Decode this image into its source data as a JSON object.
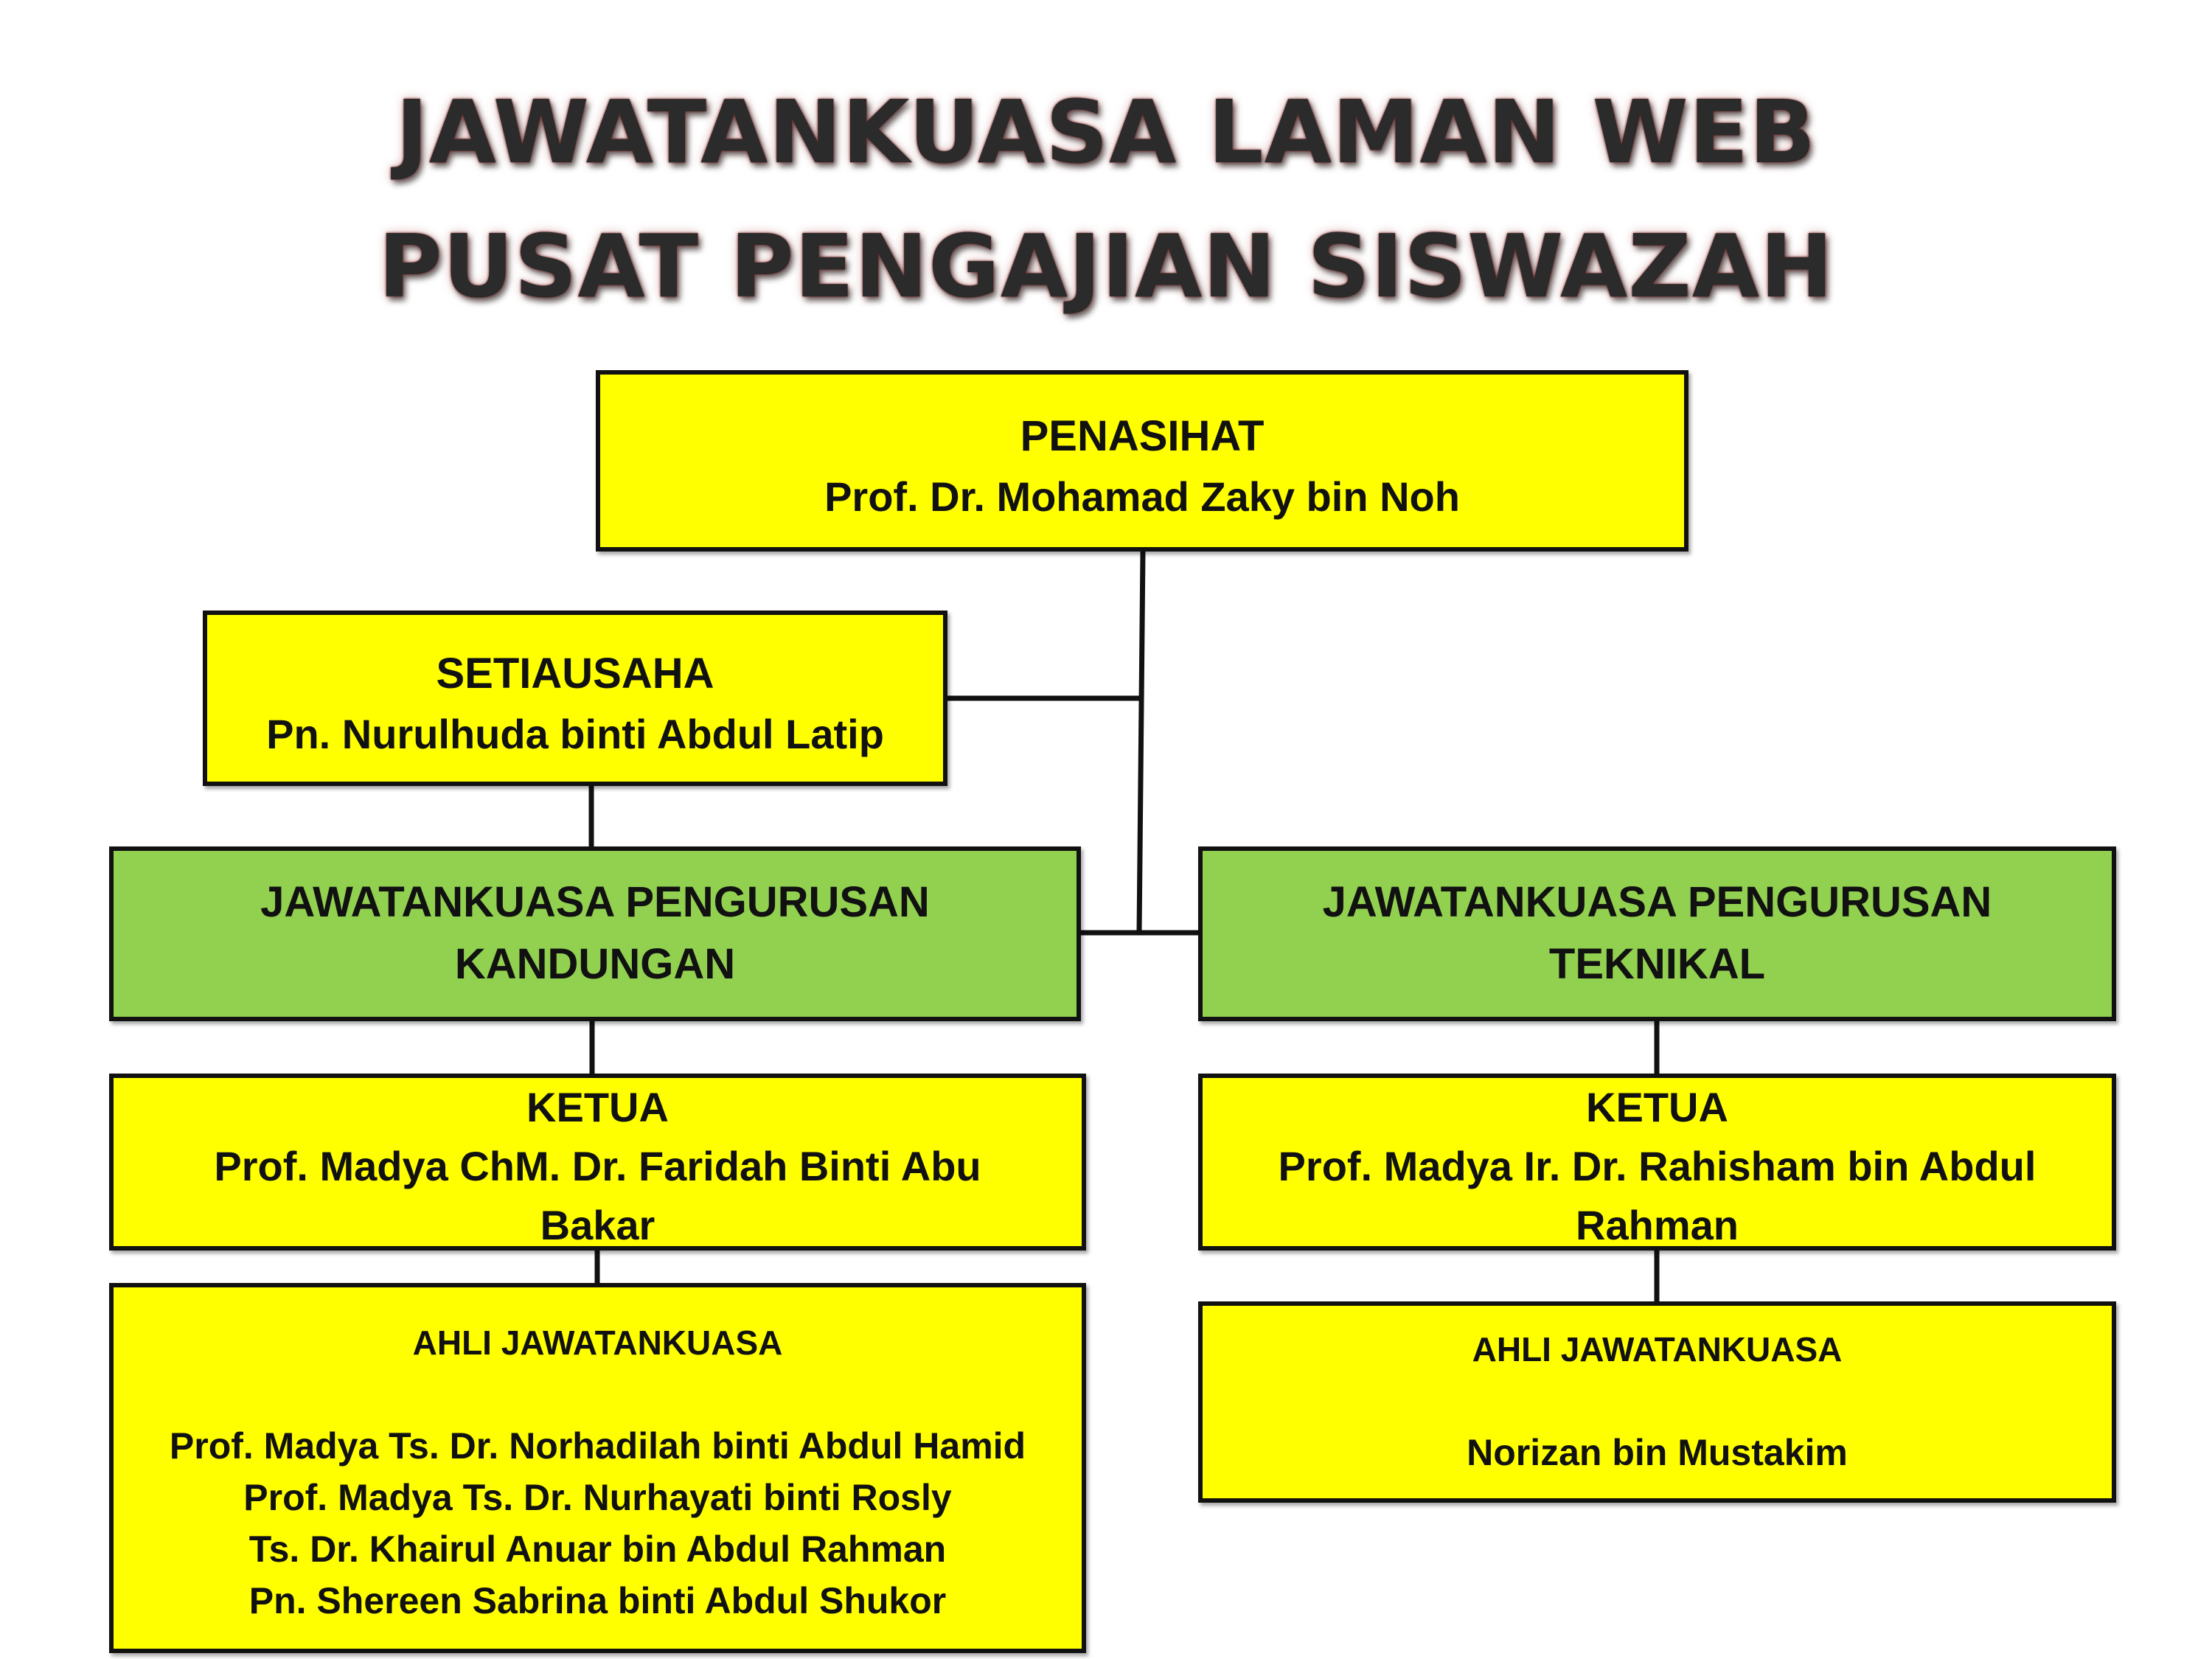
{
  "title": {
    "line1": "JAWATANKUASA LAMAN WEB",
    "line2": "PUSAT PENGAJIAN SISWAZAH"
  },
  "penasihat": {
    "role": "PENASIHAT",
    "name": "Prof. Dr. Mohamad Zaky bin Noh"
  },
  "setiausaha": {
    "role": "SETIAUSAHA",
    "name": "Pn. Nurulhuda binti Abdul Latip"
  },
  "kandungan": {
    "committee": {
      "line1": "JAWATANKUASA PENGURUSAN",
      "line2": "KANDUNGAN"
    },
    "ketua": {
      "role": "KETUA",
      "name_line1": "Prof. Madya ChM. Dr. Faridah Binti Abu",
      "name_line2": "Bakar"
    },
    "ahli": {
      "heading": "AHLI JAWATANKUASA",
      "members": [
        "Prof. Madya Ts. Dr. Norhadilah binti Abdul Hamid",
        "Prof. Madya Ts. Dr. Nurhayati binti Rosly",
        "Ts. Dr. Khairul Anuar bin Abdul Rahman",
        "Pn. Shereen Sabrina binti Abdul Shukor"
      ]
    }
  },
  "teknikal": {
    "committee": {
      "line1": "JAWATANKUASA PENGURUSAN",
      "line2": "TEKNIKAL"
    },
    "ketua": {
      "role": "KETUA",
      "name_line1": "Prof. Madya Ir. Dr. Rahisham bin Abdul",
      "name_line2": "Rahman"
    },
    "ahli": {
      "heading": "AHLI JAWATANKUASA",
      "members": [
        "Norizan bin Mustakim"
      ]
    }
  },
  "colors": {
    "box_yellow": "#ffff00",
    "box_green": "#92d050",
    "border": "#111111"
  }
}
